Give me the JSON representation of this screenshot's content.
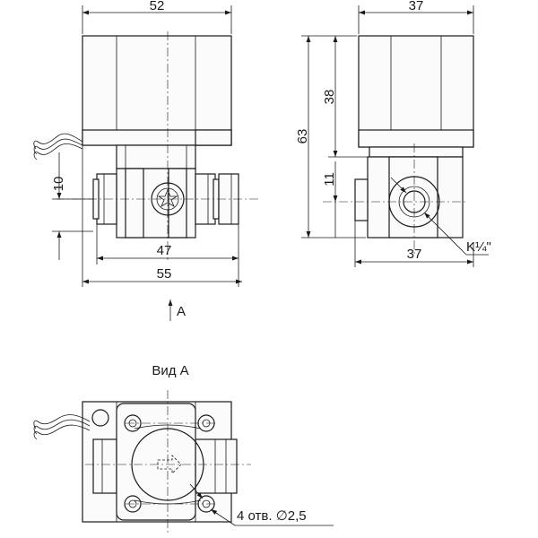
{
  "front_view": {
    "dims": {
      "width_top": "52",
      "height_left": "10",
      "width_ports": "47",
      "width_overall": "55"
    },
    "view_arrow_label": "A"
  },
  "side_view": {
    "dims": {
      "width_top": "37",
      "height_overall": "63",
      "height_coil": "38",
      "height_port": "11",
      "width_bottom": "37"
    },
    "thread_label": "K¼\""
  },
  "bottom_view": {
    "title": "Вид А",
    "holes_note": "4 отв. ∅2,5"
  }
}
